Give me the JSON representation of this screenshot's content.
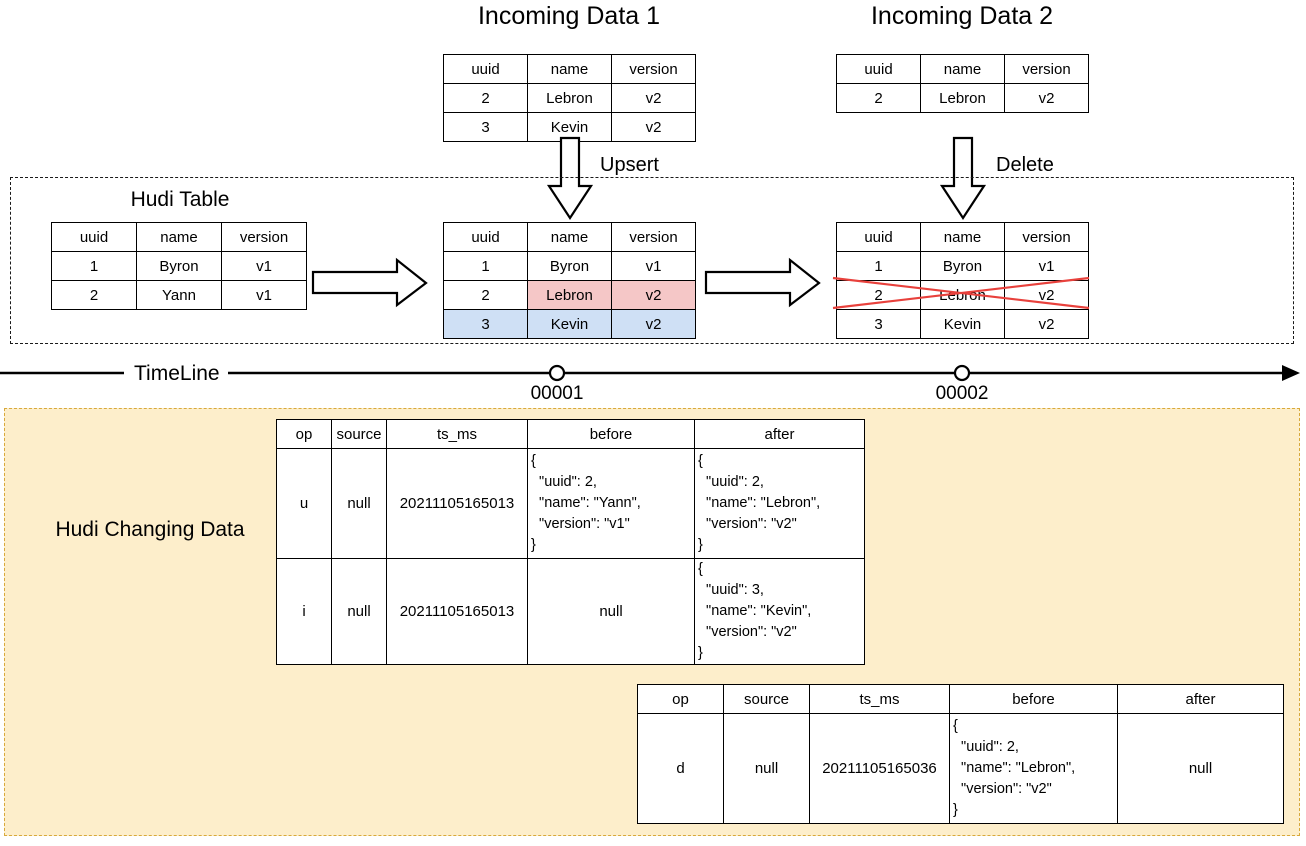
{
  "diagram": {
    "title_incoming_1": "Incoming Data 1",
    "title_incoming_2": "Incoming Data 2",
    "label_hudi_table": "Hudi Table",
    "label_upsert": "Upsert",
    "label_delete": "Delete",
    "label_timeline": "TimeLine",
    "label_changing_data": "Hudi Changing Data",
    "timeline_markers": [
      "00001",
      "00002"
    ],
    "colors": {
      "highlight_update": "#f5c7c7",
      "highlight_insert": "#cfe0f5",
      "delete_cross": "#e8413c",
      "changing_data_bg": "#fdeecb",
      "changing_data_border": "#d8a93c",
      "outline": "#000000"
    }
  },
  "record_columns": [
    "uuid",
    "name",
    "version"
  ],
  "incoming_data_1": {
    "rows": [
      {
        "uuid": "2",
        "name": "Lebron",
        "version": "v2"
      },
      {
        "uuid": "3",
        "name": "Kevin",
        "version": "v2"
      }
    ]
  },
  "incoming_data_2": {
    "rows": [
      {
        "uuid": "2",
        "name": "Lebron",
        "version": "v2"
      }
    ]
  },
  "hudi_table_initial": {
    "rows": [
      {
        "uuid": "1",
        "name": "Byron",
        "version": "v1"
      },
      {
        "uuid": "2",
        "name": "Yann",
        "version": "v1"
      }
    ]
  },
  "hudi_table_after_upsert": {
    "rows": [
      {
        "uuid": "1",
        "name": "Byron",
        "version": "v1",
        "state": "unchanged"
      },
      {
        "uuid": "2",
        "name": "Lebron",
        "version": "v2",
        "state": "updated"
      },
      {
        "uuid": "3",
        "name": "Kevin",
        "version": "v2",
        "state": "inserted"
      }
    ]
  },
  "hudi_table_after_delete": {
    "rows": [
      {
        "uuid": "1",
        "name": "Byron",
        "version": "v1",
        "state": "unchanged"
      },
      {
        "uuid": "2",
        "name": "Lebron",
        "version": "v2",
        "state": "deleted"
      },
      {
        "uuid": "3",
        "name": "Kevin",
        "version": "v2",
        "state": "unchanged"
      }
    ]
  },
  "cdc_columns": [
    "op",
    "source",
    "ts_ms",
    "before",
    "after"
  ],
  "cdc_table_1": {
    "rows": [
      {
        "op": "u",
        "source": "null",
        "ts_ms": "20211105165013",
        "before": "{\n  \"uuid\": 2,\n  \"name\": \"Yann\",\n  \"version\": \"v1\"\n}",
        "after": "{\n  \"uuid\": 2,\n  \"name\": \"Lebron\",\n  \"version\": \"v2\"\n}"
      },
      {
        "op": "i",
        "source": "null",
        "ts_ms": "20211105165013",
        "before": "null",
        "after": "{\n  \"uuid\": 3,\n  \"name\": \"Kevin\",\n  \"version\": \"v2\"\n}"
      }
    ]
  },
  "cdc_table_2": {
    "rows": [
      {
        "op": "d",
        "source": "null",
        "ts_ms": "20211105165036",
        "before": "{\n  \"uuid\": 2,\n  \"name\": \"Lebron\",\n  \"version\": \"v2\"\n}",
        "after": "null"
      }
    ]
  }
}
